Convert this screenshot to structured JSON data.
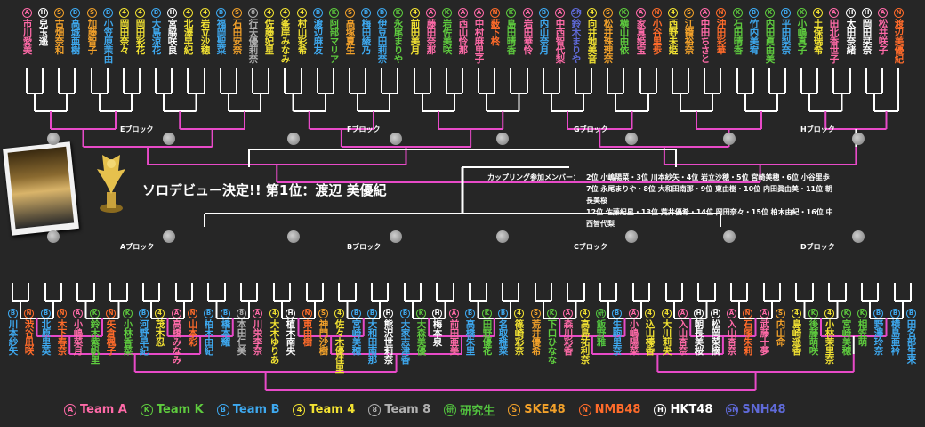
{
  "header_blocks": [
    "Eブロック",
    "Fブロック",
    "Gブロック",
    "Hブロック"
  ],
  "footer_blocks": [
    "Aブロック",
    "Bブロック",
    "Cブロック",
    "Dブロック"
  ],
  "winner_text": "ソロデビュー決定!! 第1位：渡辺 美優紀",
  "coupling": {
    "label": "カップリング参加メンバー：",
    "lines": [
      "2位 小嶋陽菜・3位 川本紗矢・4位 岩立沙穂・5位 宮崎美穂・6位 小谷里歩",
      "7位 永尾まりや・8位 大和田南那・9位 東由樹・10位 内田眞由美・11位 朝長美桜",
      "12位 佐藤紀星・13位 荒井優希・14位 岡田奈々・15位 柏木由紀・16位 中西智代梨"
    ]
  },
  "team_colors": {
    "A": "#ff6aa8",
    "K": "#5ecb3e",
    "B": "#3ea9f0",
    "4": "#f2e232",
    "8": "#b0b0b0",
    "研": "#52c23f",
    "S": "#f2a12a",
    "N": "#ff6b2a",
    "H": "#ffffff",
    "SN": "#5f6ad9"
  },
  "legend": [
    {
      "mark": "A",
      "label": "Team A"
    },
    {
      "mark": "K",
      "label": "Team K"
    },
    {
      "mark": "B",
      "label": "Team B"
    },
    {
      "mark": "4",
      "label": "Team 4"
    },
    {
      "mark": "8",
      "label": "Team 8"
    },
    {
      "mark": "研",
      "label": "研究生"
    },
    {
      "mark": "S",
      "label": "SKE48"
    },
    {
      "mark": "N",
      "label": "NMB48"
    },
    {
      "mark": "H",
      "label": "HKT48"
    },
    {
      "mark": "SN",
      "label": "SNH48"
    }
  ],
  "top_members": [
    {
      "team": "A",
      "name": "市川愛美"
    },
    {
      "team": "H",
      "name": "兒玉遥"
    },
    {
      "team": "S",
      "name": "古畑奈和"
    },
    {
      "team": "B",
      "name": "高城亜樹"
    },
    {
      "team": "S",
      "name": "加藤智子"
    },
    {
      "team": "B",
      "name": "小笠原茉由"
    },
    {
      "team": "4",
      "name": "岡田奈々"
    },
    {
      "team": "4",
      "name": "岡田彩花"
    },
    {
      "team": "B",
      "name": "大島涼花"
    },
    {
      "team": "H",
      "name": "宮脇咲良"
    },
    {
      "team": "4",
      "name": "北澤早紀"
    },
    {
      "team": "4",
      "name": "岩立沙穂"
    },
    {
      "team": "B",
      "name": "福岡聖菜"
    },
    {
      "team": "S",
      "name": "石田安奈"
    },
    {
      "team": "8",
      "name": "行天優莉奈"
    },
    {
      "team": "4",
      "name": "佐藤妃星"
    },
    {
      "team": "4",
      "name": "峯岸みなみ"
    },
    {
      "team": "4",
      "name": "村山彩希"
    },
    {
      "team": "B",
      "name": "渡辺麻友"
    },
    {
      "team": "K",
      "name": "阿部マリア"
    },
    {
      "team": "S",
      "name": "高塚夏生"
    },
    {
      "team": "B",
      "name": "梅田綾乃"
    },
    {
      "team": "B",
      "name": "伊豆田莉奈"
    },
    {
      "team": "K",
      "name": "永尾まりや"
    },
    {
      "team": "4",
      "name": "前田美月"
    },
    {
      "team": "A",
      "name": "藤田奈那"
    },
    {
      "team": "K",
      "name": "岩佐美咲"
    },
    {
      "team": "A",
      "name": "西山怜那"
    },
    {
      "team": "A",
      "name": "中村麻里子"
    },
    {
      "team": "N",
      "name": "薮下柊"
    },
    {
      "team": "K",
      "name": "島田晴香"
    },
    {
      "team": "A",
      "name": "岩田華怜"
    },
    {
      "team": "B",
      "name": "内山奈月"
    },
    {
      "team": "A",
      "name": "中西智代梨"
    },
    {
      "team": "SN",
      "name": "鈴木まりや"
    },
    {
      "team": "4",
      "name": "向井地美音"
    },
    {
      "team": "S",
      "name": "松井珠理奈"
    },
    {
      "team": "K",
      "name": "横山由依"
    },
    {
      "team": "A",
      "name": "家真姫宝"
    },
    {
      "team": "N",
      "name": "小谷里歩"
    },
    {
      "team": "4",
      "name": "西野未姫"
    },
    {
      "team": "S",
      "name": "江籠裕奈"
    },
    {
      "team": "A",
      "name": "中田ちさと"
    },
    {
      "team": "N",
      "name": "沖田彩華"
    },
    {
      "team": "K",
      "name": "石田晴香"
    },
    {
      "team": "B",
      "name": "竹内美宥"
    },
    {
      "team": "K",
      "name": "内田眞由美"
    },
    {
      "team": "B",
      "name": "平田梨奈"
    },
    {
      "team": "K",
      "name": "小嶋真子"
    },
    {
      "team": "4",
      "name": "土保瑞希"
    },
    {
      "team": "A",
      "name": "田北香世子"
    },
    {
      "team": "H",
      "name": "太田奈緒"
    },
    {
      "team": "H",
      "name": "岡田栞奈"
    },
    {
      "team": "A",
      "name": "松井咲子"
    },
    {
      "team": "N",
      "name": "渡辺美優紀"
    }
  ],
  "bottom_members": [
    {
      "team": "B",
      "name": "川本紗矢"
    },
    {
      "team": "N",
      "name": "渋谷凪咲"
    },
    {
      "team": "B",
      "name": "北原里英"
    },
    {
      "team": "N",
      "name": "木下春奈"
    },
    {
      "team": "A",
      "name": "小嶋菜月"
    },
    {
      "team": "K",
      "name": "鈴木紫帆里"
    },
    {
      "team": "N",
      "name": "矢倉楓子"
    },
    {
      "team": "K",
      "name": "小林香菜"
    },
    {
      "team": "B",
      "name": "河野早紀"
    },
    {
      "team": "4",
      "name": "茂木忍"
    },
    {
      "team": "A",
      "name": "高橋みなみ"
    },
    {
      "team": "N",
      "name": "山本彩"
    },
    {
      "team": "B",
      "name": "柏木由紀"
    },
    {
      "team": "B",
      "name": "橋本耀"
    },
    {
      "team": "8",
      "name": "本田仁美"
    },
    {
      "team": "A",
      "name": "川栄李奈"
    },
    {
      "team": "4",
      "name": "大木ゆりあ"
    },
    {
      "team": "H",
      "name": "植木南央"
    },
    {
      "team": "N",
      "name": "東由樹"
    },
    {
      "team": "S",
      "name": "神門沙樹"
    },
    {
      "team": "4",
      "name": "佐々木優佳里"
    },
    {
      "team": "B",
      "name": "宮崎美穂"
    },
    {
      "team": "B",
      "name": "大和田南那"
    },
    {
      "team": "H",
      "name": "熊沢世莉奈"
    },
    {
      "team": "B",
      "name": "大家志津香"
    },
    {
      "team": "K",
      "name": "大森美優"
    },
    {
      "team": "H",
      "name": "梅本泉"
    },
    {
      "team": "A",
      "name": "前田亜美"
    },
    {
      "team": "B",
      "name": "高橋朱里"
    },
    {
      "team": "K",
      "name": "田野優花"
    },
    {
      "team": "B",
      "name": "名取稚菜"
    },
    {
      "team": "4",
      "name": "篠崎彩奈"
    },
    {
      "team": "S",
      "name": "荒井優希"
    },
    {
      "team": "K",
      "name": "下口ひなな"
    },
    {
      "team": "A",
      "name": "森川彩香"
    },
    {
      "team": "4",
      "name": "高島祐利奈"
    },
    {
      "team": "研",
      "name": "飯野雅"
    },
    {
      "team": "B",
      "name": "生駒里奈"
    },
    {
      "team": "A",
      "name": "小嶋陽菜"
    },
    {
      "team": "4",
      "name": "込山榛香"
    },
    {
      "team": "4",
      "name": "大川莉央"
    },
    {
      "team": "A",
      "name": "入山杏奈"
    },
    {
      "team": "H",
      "name": "朝長美桜"
    },
    {
      "team": "H",
      "name": "松岡菜摘"
    },
    {
      "team": "A",
      "name": "入山杏奈"
    },
    {
      "team": "N",
      "name": "石塚朱莉"
    },
    {
      "team": "A",
      "name": "武藤十夢"
    },
    {
      "team": "S",
      "name": "内山命"
    },
    {
      "team": "4",
      "name": "島崎遥香"
    },
    {
      "team": "K",
      "name": "後藤萌咲"
    },
    {
      "team": "4",
      "name": "小林茉里奈"
    },
    {
      "team": "K",
      "name": "宮崎美穂"
    },
    {
      "team": "K",
      "name": "相笠萌"
    },
    {
      "team": "B",
      "name": "野澤玲奈"
    },
    {
      "team": "B",
      "name": "横島亜衿"
    },
    {
      "team": "B",
      "name": "田名部生来"
    }
  ]
}
